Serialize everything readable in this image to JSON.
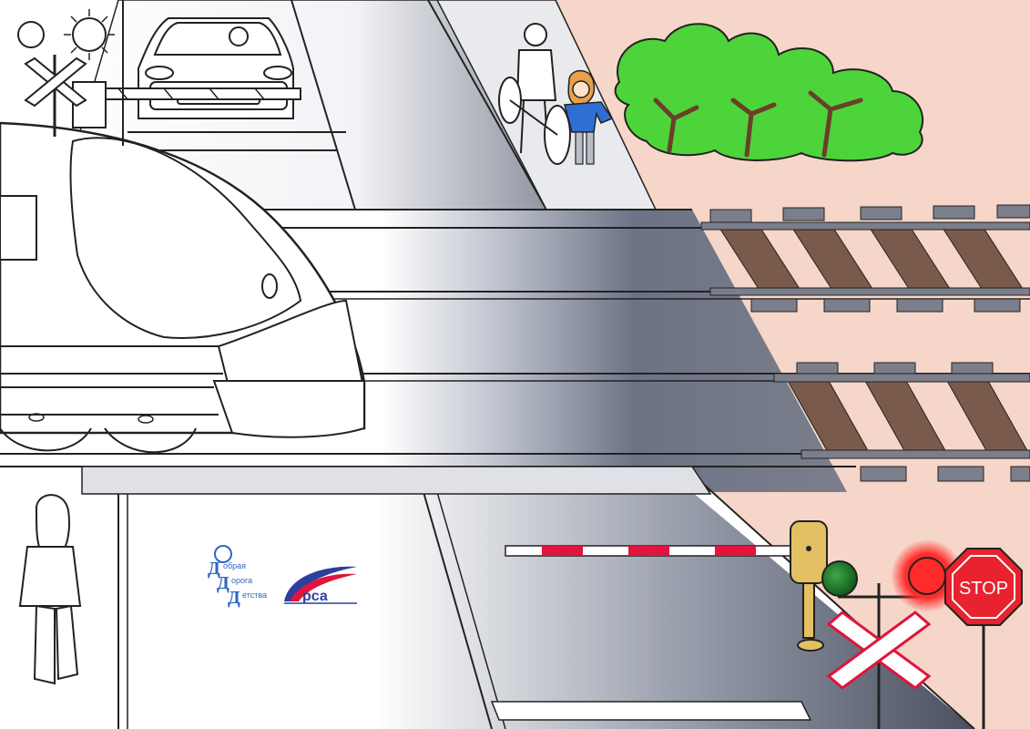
{
  "scene": {
    "colors": {
      "grass": "#f6d6c8",
      "rail": "#7b7f8c",
      "sleeper": "#7a5a4a",
      "bush": "#4cd43a",
      "barrier_red": "#e0143c",
      "signal_red": "#ff2a2a",
      "signal_green": "#1f7a2a",
      "stop_sign": "#e8222e",
      "signal_yellow": "#e3c063"
    },
    "icons": [
      "train",
      "car",
      "barrier",
      "cross-sign",
      "signal-light",
      "stop-sign",
      "bush",
      "pedestrian",
      "cyclist",
      "child"
    ]
  },
  "stop_sign": {
    "label": "STOP"
  },
  "logos": {
    "dobraya": {
      "line1": "обрая",
      "line2": "орога",
      "line3": "етства",
      "letter": "Д"
    },
    "rsa": {
      "label": "рса"
    }
  }
}
